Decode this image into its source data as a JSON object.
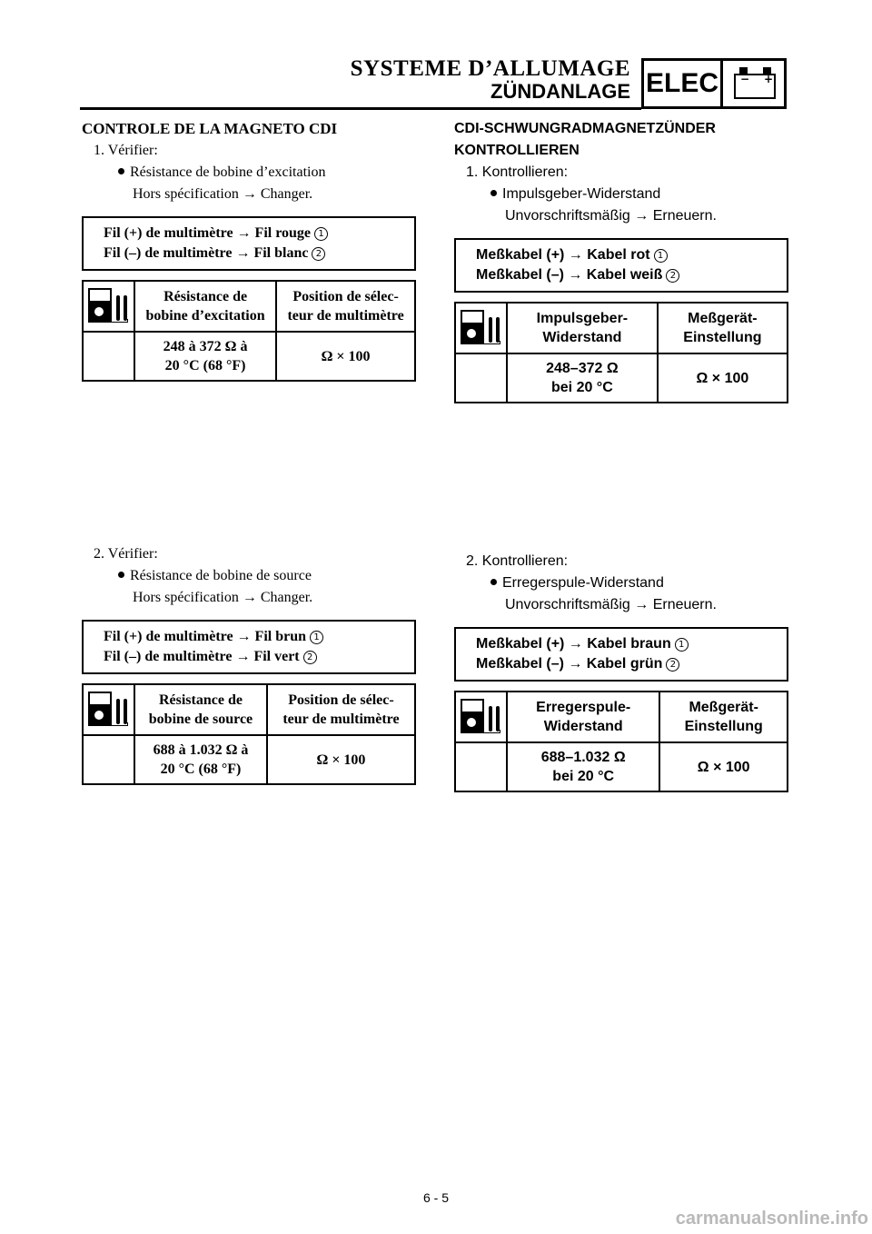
{
  "header": {
    "title_fr": "SYSTEME D’ALLUMAGE",
    "title_de": "ZÜNDANLAGE",
    "badge": "ELEC",
    "battery_minus": "−",
    "battery_plus": "+"
  },
  "fr": {
    "title": "CONTROLE DE LA MAGNETO CDI",
    "step1": {
      "label": "1.  Vérifier:",
      "item": "Résistance de bobine d’excitation",
      "action": "Hors spécification → Changer.",
      "spec1_text": "Fil (+) de multimètre → Fil rouge",
      "spec1_num": "1",
      "spec2_text": "Fil (–) de multimètre → Fil blanc",
      "spec2_num": "2",
      "col1_header_a": "Résistance de",
      "col1_header_b": "bobine d’excitation",
      "col2_header_a": "Position de sélec-",
      "col2_header_b": "teur de multimètre",
      "value_a": "248 à 372 Ω à",
      "value_b": "20 °C (68 °F)",
      "setting": "Ω × 100"
    },
    "step2": {
      "label": "2.  Vérifier:",
      "item": "Résistance de bobine de source",
      "action": "Hors spécification → Changer.",
      "spec1_text": "Fil (+) de multimètre → Fil brun",
      "spec1_num": "1",
      "spec2_text": "Fil (–) de multimètre → Fil vert",
      "spec2_num": "2",
      "col1_header_a": "Résistance de",
      "col1_header_b": "bobine de source",
      "col2_header_a": "Position de sélec-",
      "col2_header_b": "teur de multimètre",
      "value_a": "688 à 1.032 Ω à",
      "value_b": "20 °C (68 °F)",
      "setting": "Ω × 100"
    }
  },
  "de": {
    "title_a": "CDI-SCHWUNGRADMAGNETZÜNDER",
    "title_b": "KONTROLLIEREN",
    "step1": {
      "label": "1.  Kontrollieren:",
      "item": "Impulsgeber-Widerstand",
      "action": "Unvorschriftsmäßig → Erneuern.",
      "spec1_text": "Meßkabel (+) → Kabel rot",
      "spec1_num": "1",
      "spec2_text": "Meßkabel (–) → Kabel weiß",
      "spec2_num": "2",
      "col1_header_a": "Impulsgeber-",
      "col1_header_b": "Widerstand",
      "col2_header_a": "Meßgerät-",
      "col2_header_b": "Einstellung",
      "value_a": "248–372 Ω",
      "value_b": "bei 20 °C",
      "setting": "Ω × 100"
    },
    "step2": {
      "label": "2.  Kontrollieren:",
      "item": "Erregerspule-Widerstand",
      "action": "Unvorschriftsmäßig → Erneuern.",
      "spec1_text": "Meßkabel (+) → Kabel braun",
      "spec1_num": "1",
      "spec2_text": "Meßkabel (–) → Kabel grün",
      "spec2_num": "2",
      "col1_header_a": "Erregerspule-",
      "col1_header_b": "Widerstand",
      "col2_header_a": "Meßgerät-",
      "col2_header_b": "Einstellung",
      "value_a": "688–1.032 Ω",
      "value_b": "bei 20 °C",
      "setting": "Ω × 100"
    }
  },
  "footer": {
    "page_number": "6 - 5",
    "watermark": "carmanualsonline.info"
  }
}
